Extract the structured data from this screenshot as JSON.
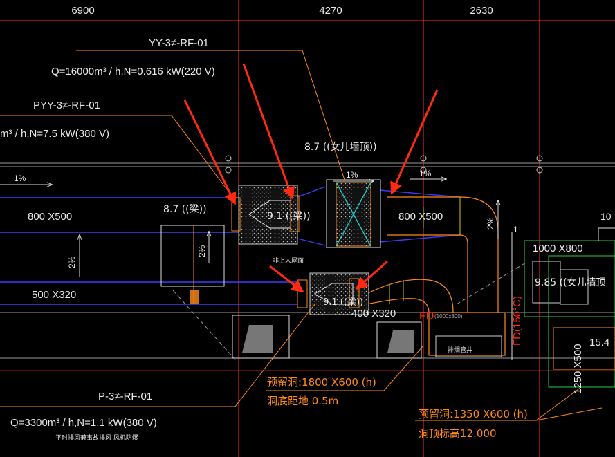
{
  "dims": {
    "d1": "6900",
    "d2": "4270",
    "d3": "2630"
  },
  "equipment": {
    "yy_tag": "YY-3≠-RF-01",
    "yy_spec": "Q=16000m³ / h,N=0.616 kW(220 V)",
    "pyy_tag": "PYY-3≠-RF-01",
    "pyy_spec": "m³ / h,N=7.5 kW(380 V)",
    "p_tag": "P-3≠-RF-01",
    "p_spec": "Q=3300m³ / h,N=1.1 kW(380 V)",
    "p_note": "平时排风兼事故排风 风机防爆"
  },
  "ducts": {
    "d800x500_left": "800 X500",
    "d800x500_right": "800 X500",
    "d500x320": "500 X320",
    "d400x320": "400 X320",
    "d1000x800": "1000 X800",
    "d1250x500": "1250 X500"
  },
  "levels": {
    "parapet_top": "8.7 ((女儿墙顶))",
    "beam_left": "8.7 ((梁))",
    "beam_mid": "9.1 ((梁))",
    "beam_lower": "9.1 ((梁))",
    "parapet_right": "9.85 ((女儿墙顶",
    "right_edge": "15.4",
    "right_edge_top": "10"
  },
  "slopes": {
    "s1": "1%",
    "s2": "1%",
    "s3": "1%",
    "v1": "2%",
    "v2": "2%",
    "v3": "2%",
    "one": "1"
  },
  "notes": {
    "roof_access": "非上人屋面",
    "opening1_size": "预留洞:1800 X600 (h)",
    "opening1_elev": "洞底距地 0.5m",
    "opening2_size": "预留洞:1350 X600 (h)",
    "opening2_elev": "洞顶标高12.000",
    "fd_label": "FD",
    "fd_size": "(1000x800)",
    "fd2_label": "FD(150°C)",
    "smoke_shaft": "排烟管井"
  },
  "colors": {
    "grid": "#ff2c2c",
    "duct": "#3c3cff",
    "orange": "#ff8a1a",
    "yellow": "#e0d000",
    "text": "#e8e8e8",
    "arrow": "#ff2a10",
    "green": "#22cc44",
    "cyan": "#20c8c8"
  }
}
